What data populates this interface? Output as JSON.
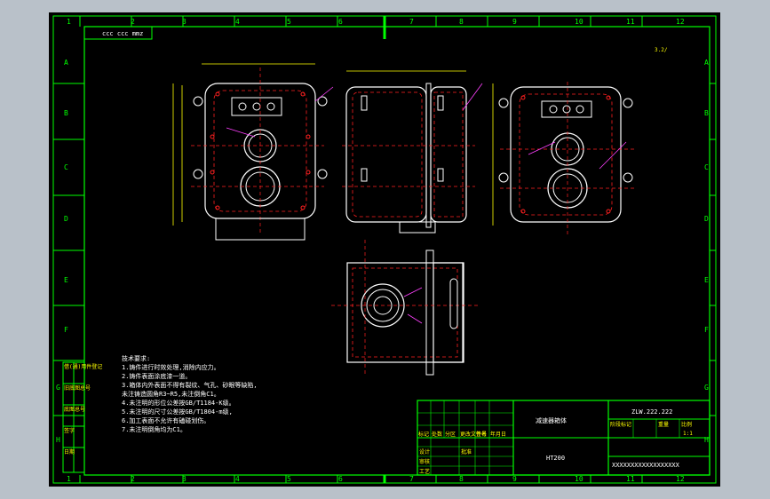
{
  "drawing": {
    "col_labels": [
      "1",
      "2",
      "3",
      "4",
      "5",
      "6",
      "7",
      "8",
      "9",
      "10",
      "11",
      "12"
    ],
    "row_labels": [
      "A",
      "B",
      "C",
      "D",
      "E",
      "F",
      "G",
      "H"
    ],
    "corner_tag": "ccc ccc mmz",
    "roughness_mark": "3.2/",
    "notes": {
      "heading": "技术要求:",
      "lines": [
        "1.铸件进行时效处理,消除内应力。",
        "2.铸件表面涂底漆一道。",
        "3.箱体内外表面不得有裂纹、气孔、砂眼等缺陷,",
        "  未注铸造圆角R3~R5,未注倒角C1。",
        "4.未注明的形位公差按GB/T1184-K级。",
        "5.未注明的尺寸公差按GB/T1804-m级,",
        "6.加工表面不允许有磕碰划伤。",
        "7.未注明倒角均为C1。"
      ]
    },
    "title_block": {
      "part_name": "减速器箱体",
      "material": "HT200",
      "drawing_no": "ZLW.222.222",
      "company": "XXXXXXXXXXXXXXXXXX",
      "scale": "1:1",
      "header_labels": [
        "标记",
        "处数",
        "分区",
        "更改文件号",
        "签名",
        "年月日"
      ],
      "stage_labels": [
        "阶段标记",
        "重量",
        "比例"
      ],
      "sign_labels": [
        "设计",
        "审核",
        "工艺",
        "批准"
      ]
    },
    "side_table": [
      "借(通)用件登记",
      "旧底图总号",
      "底图总号",
      "签字",
      "日期"
    ]
  }
}
